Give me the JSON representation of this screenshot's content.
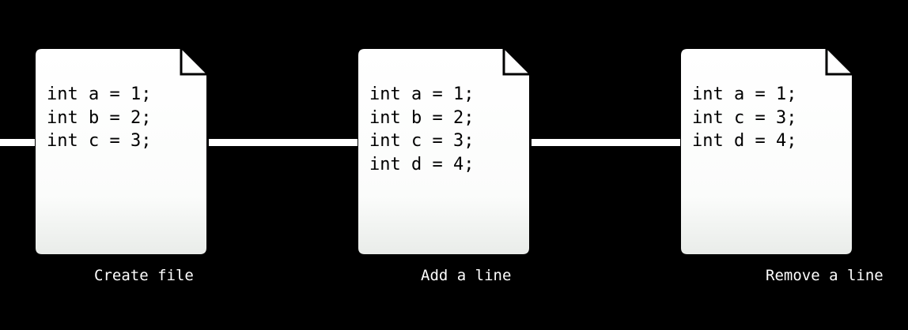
{
  "stages": [
    {
      "caption": "Create file",
      "lines": [
        "int a = 1;",
        "int b = 2;",
        "int c = 3;"
      ]
    },
    {
      "caption": "Add a line",
      "lines": [
        "int a = 1;",
        "int b = 2;",
        "int c = 3;",
        "int d = 4;"
      ]
    },
    {
      "caption": "Remove a line",
      "lines": [
        "int a = 1;",
        "int c = 3;",
        "int d = 4;"
      ]
    }
  ],
  "colors": {
    "background": "#000000",
    "timeline": "#ffffff",
    "document": "#ffffff",
    "document_fade": "#eef0ee",
    "text": "#000000",
    "caption": "#ffffff"
  }
}
